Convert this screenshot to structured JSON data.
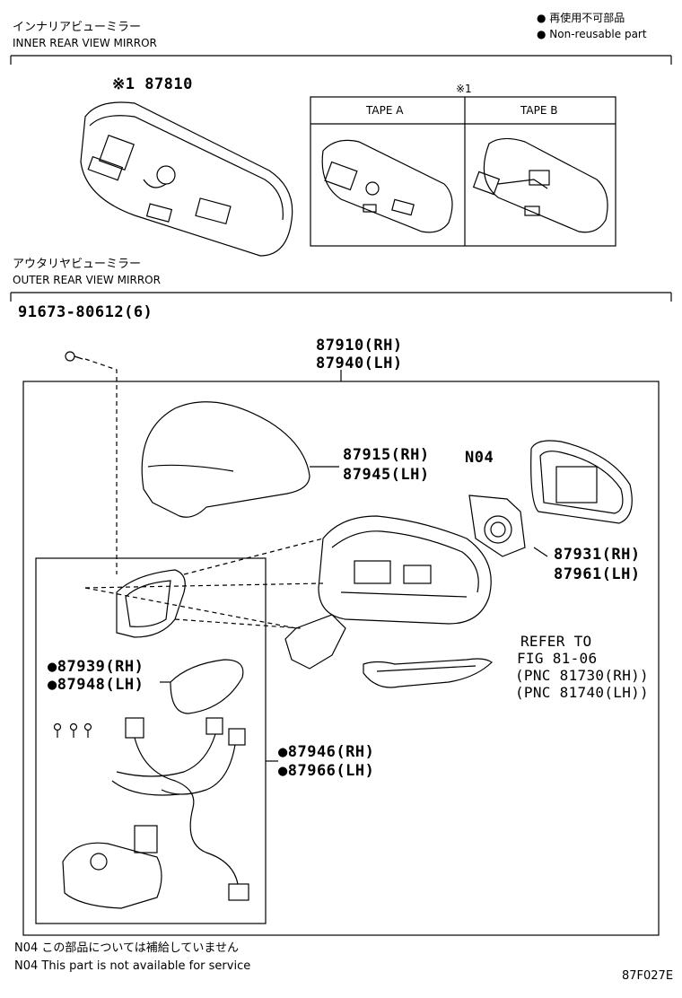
{
  "legend": {
    "jp": "● 再使用不可部品",
    "en": "● Non-reusable part"
  },
  "inner": {
    "title_jp": "インナリアビューミラー",
    "title_en": "INNER REAR VIEW MIRROR",
    "part": "※1 87810",
    "note_mark": "※1",
    "tape_a": "TAPE A",
    "tape_b": "TAPE B"
  },
  "outer": {
    "title_jp": "アウタリヤビューミラー",
    "title_en": "OUTER REAR VIEW MIRROR",
    "screw": "91673-80612(6)",
    "assy_rh": "87910(RH)",
    "assy_lh": "87940(LH)",
    "cover_rh": "87915(RH)",
    "cover_lh": "87945(LH)",
    "n04": "N04",
    "glass_rh": "87931(RH)",
    "glass_lh": "87961(LH)",
    "refer1": "REFER TO",
    "refer2": "FIG 81-06",
    "refer3": "(PNC 81730(RH))",
    "refer4": "(PNC 81740(LH))",
    "lamp_rh": "●87939(RH)",
    "lamp_lh": "●87948(LH)",
    "harness_rh": "●87946(RH)",
    "harness_lh": "●87966(LH)"
  },
  "footnote": {
    "jp": "N04 この部品については補給していません",
    "en": "N04 This part is not available for service"
  },
  "fig_code": "87F027E"
}
